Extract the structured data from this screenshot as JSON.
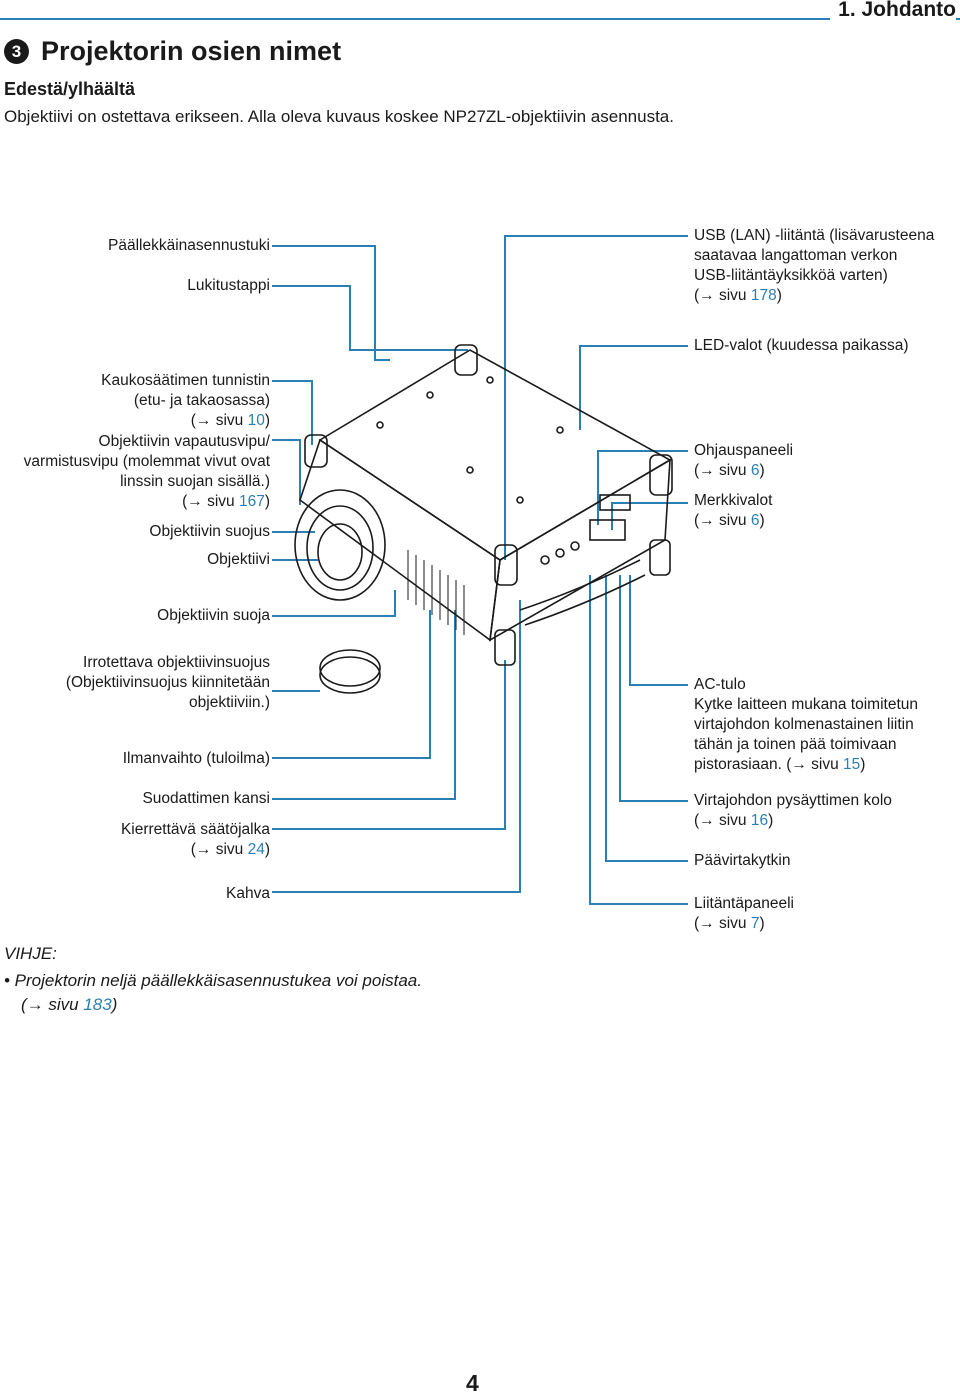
{
  "header": {
    "chapter": "1. Johdanto"
  },
  "section": {
    "number": "3",
    "title": "Projektorin osien nimet",
    "subtitle": "Edestä/ylhäältä",
    "intro": "Objektiivi on ostettava erikseen. Alla oleva kuvaus koskee NP27ZL-objektiivin asennusta."
  },
  "left_labels": {
    "stack_support": "Päällekkäinasennustuki",
    "lock_pin": "Lukitustappi",
    "remote_sensor_1": "Kaukosäätimen tunnistin",
    "remote_sensor_2": "(etu- ja takaosassa)",
    "remote_sensor_ref_pre": "(→ sivu ",
    "remote_sensor_ref_num": "10",
    "remote_sensor_ref_post": ")",
    "lens_release_1": "Objektiivin vapautusvipu/",
    "lens_release_2": "varmistusvipu (molemmat vivut ovat",
    "lens_release_3": "linssin suojan sisällä.)",
    "lens_release_ref_pre": "(→ sivu ",
    "lens_release_ref_num": "167",
    "lens_release_ref_post": ")",
    "lens_cover": "Objektiivin suojus",
    "lens": "Objektiivi",
    "lens_guard": "Objektiivin suoja",
    "removable_cover_1": "Irrotettava objektiivinsuojus",
    "removable_cover_2": "(Objektiivinsuojus kiinnitetään",
    "removable_cover_3": "objektiiviin.)",
    "vent_intake": "Ilmanvaihto (tuloilma)",
    "filter_cover": "Suodattimen kansi",
    "tilt_foot": "Kierrettävä säätöjalka",
    "tilt_foot_ref_pre": "(→ sivu ",
    "tilt_foot_ref_num": "24",
    "tilt_foot_ref_post": ")",
    "handle": "Kahva"
  },
  "right_labels": {
    "usb_1": "USB (LAN) -liitäntä (lisävarusteena",
    "usb_2": "saatavaa langattoman verkon",
    "usb_3": "USB-liitäntäyksikköä varten)",
    "usb_ref_pre": "(→ sivu ",
    "usb_ref_num": "178",
    "usb_ref_post": ")",
    "led": "LED-valot (kuudessa paikassa)",
    "control_panel": "Ohjauspaneeli",
    "control_panel_ref_pre": "(→ sivu ",
    "control_panel_ref_num": "6",
    "control_panel_ref_post": ")",
    "indicators": "Merkkivalot",
    "indicators_ref_pre": "(→ sivu ",
    "indicators_ref_num": "6",
    "indicators_ref_post": ")",
    "ac_in_1": "AC-tulo",
    "ac_in_2": "Kytke laitteen mukana toimitetun",
    "ac_in_3": "virtajohdon kolmenastainen liitin",
    "ac_in_4": "tähän ja toinen pää toimivaan",
    "ac_in_5_pre": "pistorasiaan. (→ sivu ",
    "ac_in_5_num": "15",
    "ac_in_5_post": ")",
    "cord_stopper": "Virtajohdon pysäyttimen kolo",
    "cord_stopper_ref_pre": "(→ sivu ",
    "cord_stopper_ref_num": "16",
    "cord_stopper_ref_post": ")",
    "main_power": "Päävirtakytkin",
    "terminal_panel": "Liitäntäpaneeli",
    "terminal_panel_ref_pre": "(→ sivu ",
    "terminal_panel_ref_num": "7",
    "terminal_panel_ref_post": ")"
  },
  "tip": {
    "heading": "VIHJE:",
    "bullet": "• Projektorin neljä päällekkäisasennustukea voi poistaa.",
    "ref_pre": "(→ sivu ",
    "ref_num": "183",
    "ref_post": ")"
  },
  "page_number": "4",
  "colors": {
    "accent": "#2b7fb5",
    "leader_line": "#2b7fb5",
    "text": "#1a1a1a"
  }
}
